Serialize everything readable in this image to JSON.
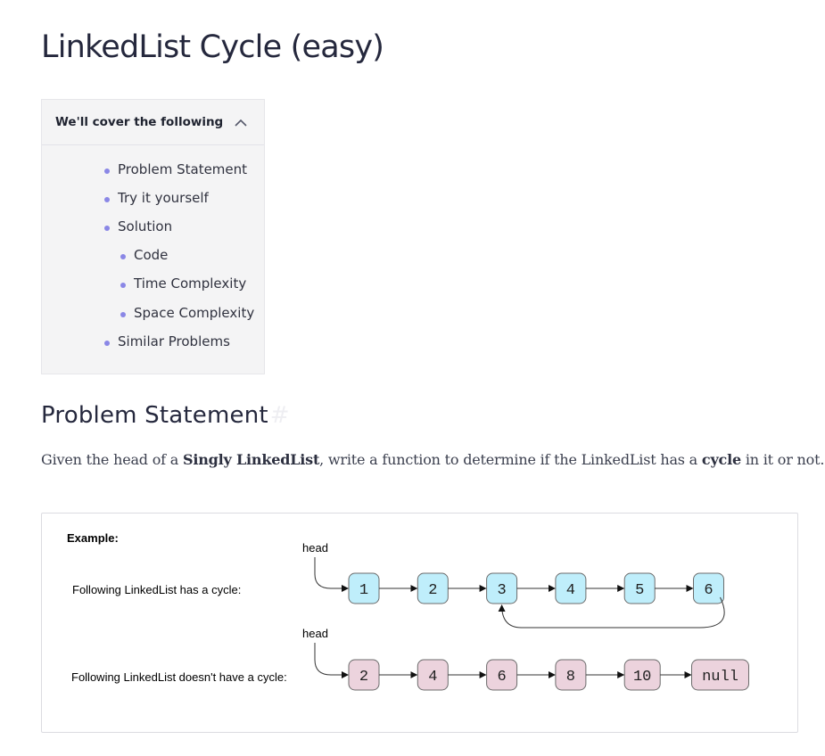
{
  "page": {
    "title": "LinkedList Cycle (easy)"
  },
  "toc": {
    "header": "We'll cover the following",
    "toggle_icon": "chevron-up-icon",
    "items": [
      {
        "label": "Problem Statement"
      },
      {
        "label": "Try it yourself"
      },
      {
        "label": "Solution"
      },
      {
        "label": "Code"
      },
      {
        "label": "Time Complexity"
      },
      {
        "label": "Space Complexity"
      },
      {
        "label": "Similar Problems"
      }
    ]
  },
  "problem": {
    "heading": "Problem Statement",
    "anchor": "#",
    "text_1": "Given the head of a ",
    "bold_1": "Singly LinkedList",
    "text_2": ", write a function to determine if the LinkedList has a ",
    "bold_2": "cycle",
    "text_3": " in it or not."
  },
  "example": {
    "label": "Example:",
    "row1_caption": "Following LinkedList has a cycle:",
    "row1_head": "head",
    "row1_nodes": [
      "1",
      "2",
      "3",
      "4",
      "5",
      "6"
    ],
    "row2_caption": "Following LinkedList doesn't have a cycle:",
    "row2_head": "head",
    "row2_nodes": [
      "2",
      "4",
      "6",
      "8",
      "10",
      "null"
    ],
    "colors": {
      "cycle_node_fill": "#bfeefb",
      "acyclic_node_fill": "#ecd3dd",
      "toc_bullet": "#8a87e6"
    }
  }
}
